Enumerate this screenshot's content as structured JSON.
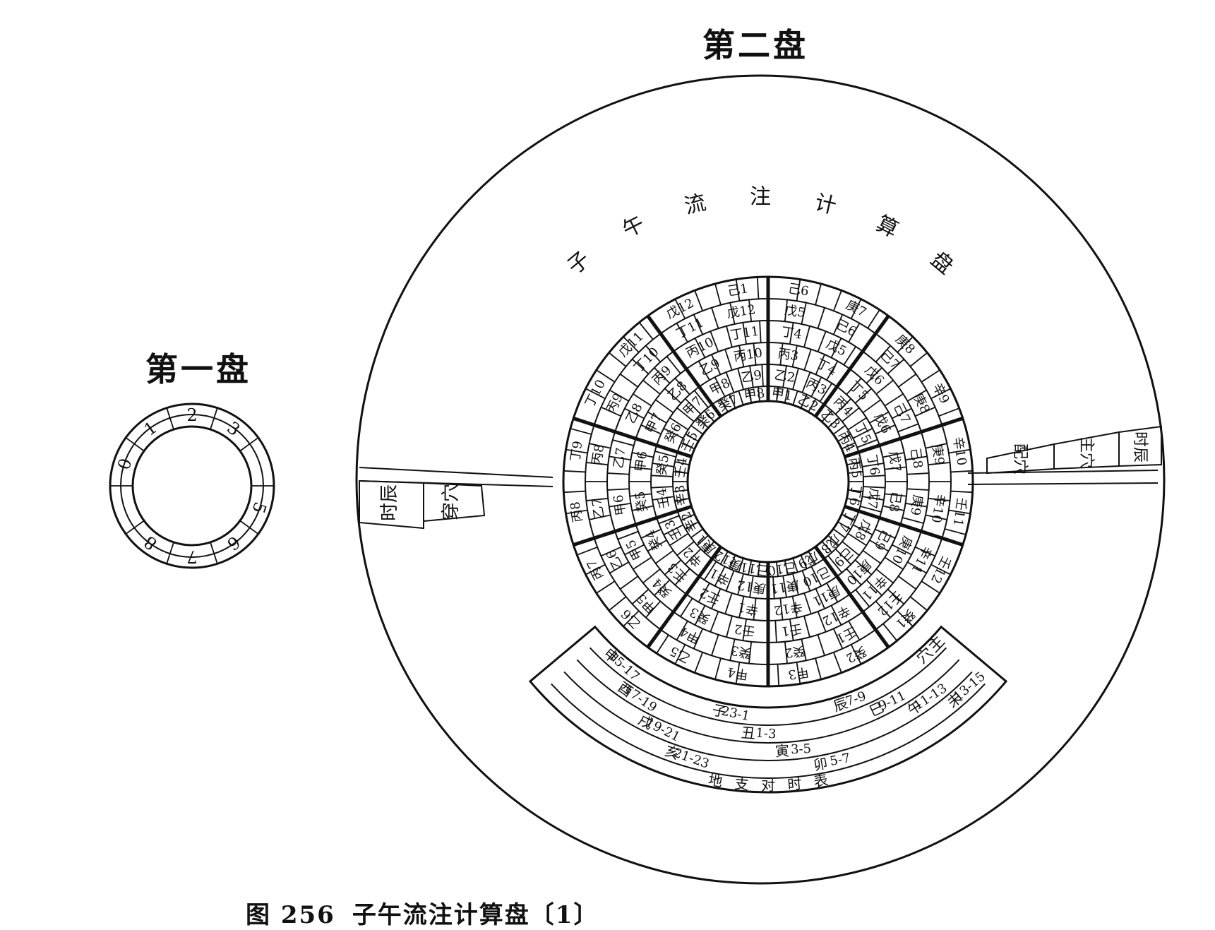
{
  "titles": {
    "disc_two": "第二盘",
    "disc_one": "第一盘"
  },
  "caption": {
    "figure": "图 256",
    "text": "子午流注计算盘〔1〕"
  },
  "disc_one": {
    "numbers": [
      "0",
      "1",
      "2",
      "3",
      "5",
      "6",
      "7",
      "8"
    ]
  },
  "disc_two": {
    "arc_title": [
      "子",
      "午",
      "流",
      "注",
      "计",
      "算",
      "盘"
    ],
    "left_pointer": {
      "top": "穿穴",
      "bottom": "时辰"
    },
    "right_pointer": [
      "时辰",
      "主穴",
      "配穴"
    ],
    "stems": [
      "甲",
      "乙",
      "丙",
      "丁",
      "戊",
      "己",
      "庚",
      "辛",
      "壬",
      "癸"
    ],
    "stem_numbers": [
      "1",
      "2",
      "3",
      "4",
      "5",
      "6",
      "7",
      "8",
      "9",
      "10",
      "11",
      "12"
    ],
    "bottom_arc": {
      "top_labels": [
        "主",
        "穴"
      ],
      "branches": [
        "申",
        "酉",
        "戌",
        "亥",
        "子",
        "丑",
        "寅",
        "卯",
        "辰",
        "巳",
        "午",
        "未"
      ],
      "hour_ranges": [
        "15-17",
        "17-19",
        "19-21",
        "21-23",
        "23-1",
        "1-3",
        "3-5",
        "5-7",
        "7-9",
        "9-11",
        "11-13",
        "13-15"
      ],
      "outer_label": [
        "地",
        "支",
        "对",
        "时",
        "表"
      ]
    }
  }
}
